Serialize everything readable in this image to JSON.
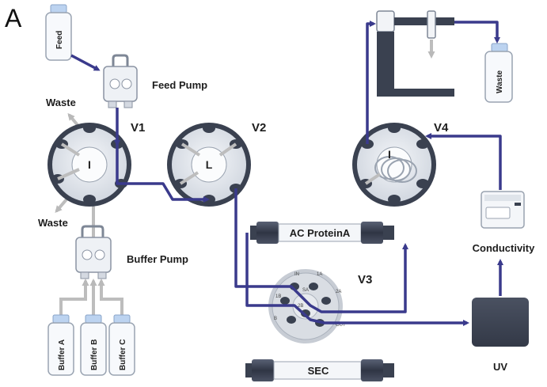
{
  "panel_letter": "A",
  "labels": {
    "feed_pump": "Feed Pump",
    "buffer_pump": "Buffer Pump",
    "waste_top": "Waste",
    "waste_bottom": "Waste",
    "v1": "V1",
    "v2": "V2",
    "v3": "V3",
    "v4": "V4",
    "ac_column": "AC ProteinA",
    "sec_column": "SEC",
    "uv": "UV",
    "conductivity": "Conductivity"
  },
  "bottles": {
    "feed": "Feed",
    "waste": "Waste",
    "buffer_a": "Buffer A",
    "buffer_b": "Buffer B",
    "buffer_c": "Buffer C"
  },
  "valve_markers": {
    "v1": "I",
    "v2": "L",
    "v4": "I"
  },
  "v3_ports": [
    "IN",
    "1A",
    "2A",
    "1B",
    "2B",
    "B",
    "OUT",
    "SA"
  ],
  "colors": {
    "flow_path": "#3a3a8c",
    "inactive_path": "#bdbdbd",
    "valve_body": "#e6eaf0",
    "instrument_dark": "#3a4150"
  }
}
